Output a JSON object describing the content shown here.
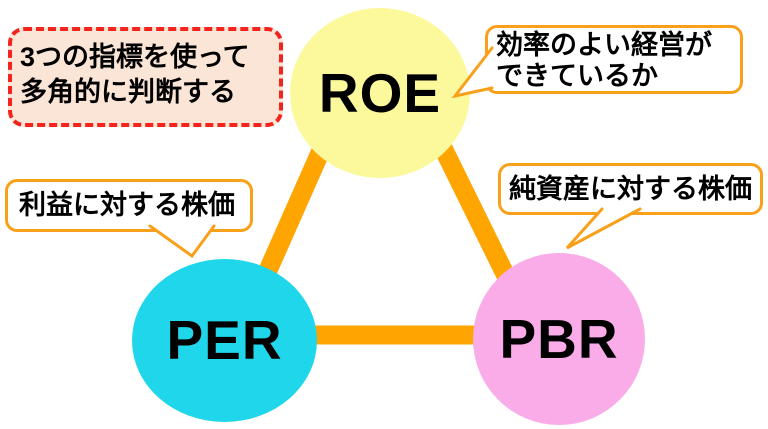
{
  "diagram": {
    "note": {
      "line1": "3つの指標を使って",
      "line2": "多角的に判断する"
    },
    "nodes": {
      "roe": {
        "label": "ROE",
        "fill": "#fcf99d"
      },
      "per": {
        "label": "PER",
        "fill": "#1fd6ea"
      },
      "pbr": {
        "label": "PBR",
        "fill": "#faace9"
      }
    },
    "callouts": {
      "roe": {
        "line1": "効率のよい経営が",
        "line2": "できているか"
      },
      "per": {
        "line1": "利益に対する株価"
      },
      "pbr": {
        "line1": "純資産に対する株価"
      }
    },
    "colors": {
      "connector": "#ffa502",
      "callout_border": "#f9a01b",
      "note_border": "#f2241d",
      "note_fill": "#fbe5d7",
      "text": "#000000"
    }
  }
}
